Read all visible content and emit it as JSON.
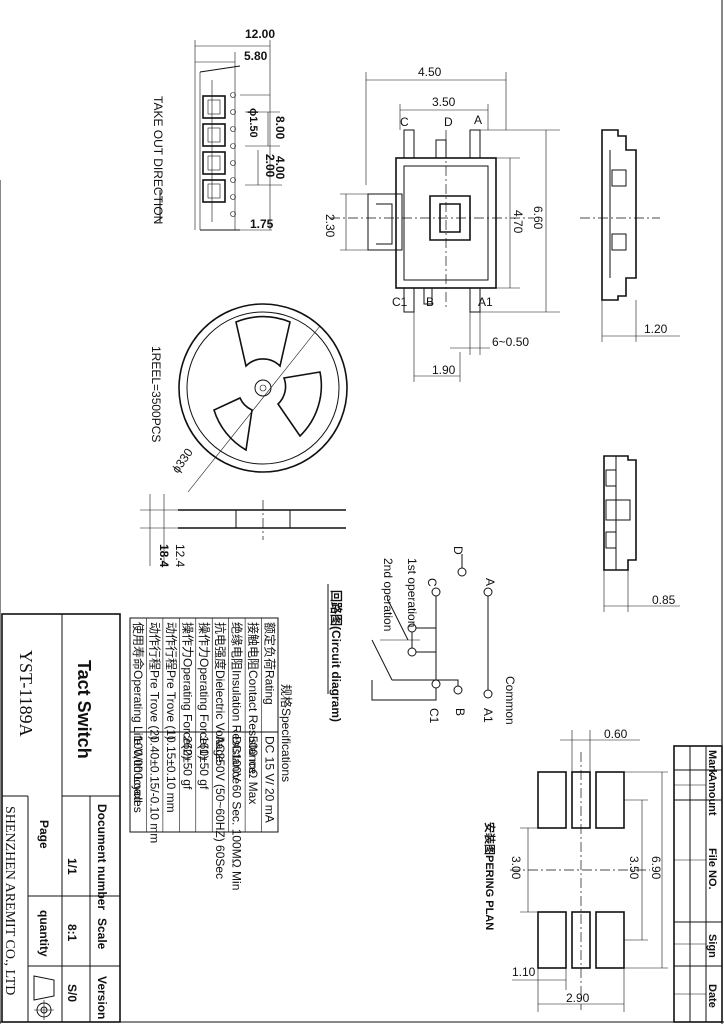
{
  "tape": {
    "dim_12": "12.00",
    "dim_5_8": "5.80",
    "dim_dia_1_5": "ϕ1.50",
    "dim_8": "8.00",
    "dim_4": "4.00",
    "dim_2": "2.00",
    "dim_1_75": "1.75",
    "direction_label": "TAKE OUT DIRECTION"
  },
  "top_view": {
    "dim_4_5": "4.50",
    "dim_3_5": "3.50",
    "dim_4_7": "4.70",
    "dim_6_6": "6.60",
    "dim_2_3": "2.30",
    "dim_6_05": "6~0.50",
    "dim_1_9": "1.90",
    "pin_c": "C",
    "pin_d": "D",
    "pin_a": "A",
    "pin_c1": "C1",
    "pin_b": "B",
    "pin_a1": "A1"
  },
  "side_view": {
    "dim_1_2": "1.20",
    "dim_0_85": "0.85"
  },
  "reel": {
    "qty_label": "1REEL=3500PCS",
    "dia_label": "ϕ330",
    "dim_12_4": "12.4",
    "dim_18_4": "18.4"
  },
  "circuit": {
    "title": "回路图(Circuit diagram)",
    "first_op": "1st operation",
    "second_op": "2nd operation",
    "label_d": "D",
    "label_c": "C",
    "label_a": "A",
    "label_c1": "C1",
    "label_b": "B",
    "label_a1": "A1",
    "common": "Common"
  },
  "specs": {
    "title": "规格Specifications",
    "rows": [
      {
        "label": "额定负荷Rating",
        "value": "DC 15 V/ 20 mA"
      },
      {
        "label": "接触电阻Contact Resistance",
        "value": "500 mΩ Max"
      },
      {
        "label": "绝缘电阻Insulation Resistance",
        "value": "DC100V 60 Sec. 100MΩ Min"
      },
      {
        "label": "抗电强度Dielectric Voltage",
        "value": "AC250V (50~60HZ) 60Sec"
      },
      {
        "label": "操作力Operating Force(1)",
        "value": "160±50 gf"
      },
      {
        "label": "操作力Operating Force(2)",
        "value": "260±50 gf"
      },
      {
        "label": "动作行程Pre Trove (1)",
        "value": "0.15±0.10 mm"
      },
      {
        "label": "动作行程Pre Trove (2)",
        "value": "0.40±0.15/-0.10 mm"
      },
      {
        "label": "使用寿命Operating Life With Load",
        "value": "100,000cycles"
      }
    ]
  },
  "pcb": {
    "title": "安装图PERING PLAN",
    "dim_0_6": "0.60",
    "dim_3_0": "3.00",
    "dim_3_5": "3.50",
    "dim_6_9": "6.90",
    "dim_1_1": "1.10",
    "dim_2_9": "2.90"
  },
  "title_block": {
    "model": "YST-1189A",
    "product": "Tact Switch",
    "company": "SHENZHEN AREMIT CO., LTD",
    "doc_number_label": "Document number",
    "scale_label": "Scale",
    "version_label": "Version",
    "page_label": "Page",
    "quantity_label": "quantity",
    "page_value": "1/1",
    "scale_value": "8:1",
    "version_value": "S/0"
  },
  "revision": {
    "headers": [
      "Mark",
      "Amount",
      "File NO.",
      "Sign",
      "Date"
    ]
  }
}
